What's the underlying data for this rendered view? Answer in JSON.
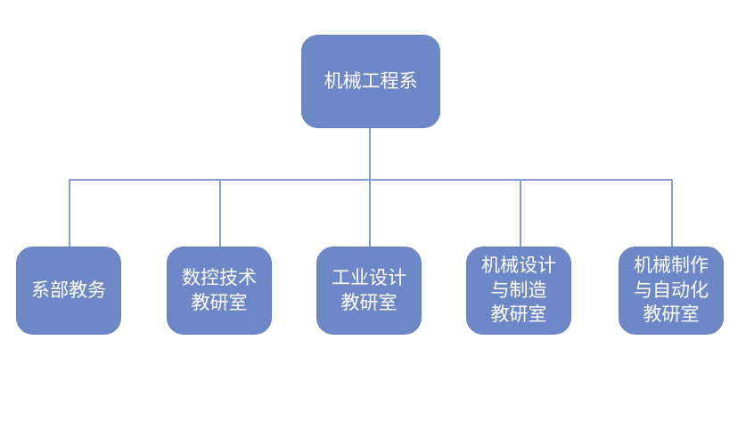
{
  "diagram": {
    "type": "org-chart",
    "root": {
      "label": "机械工程系"
    },
    "children": [
      {
        "label": "系部教务"
      },
      {
        "label": "数控技术\n教研室"
      },
      {
        "label": "工业设计\n教研室"
      },
      {
        "label": "机械设计\n与制造\n教研室"
      },
      {
        "label": "机械制作\n与自动化\n教研室"
      }
    ],
    "colors": {
      "background": "#FFFFFF",
      "box_fill": "#6E88C7",
      "box_border": "#6680BF",
      "text": "#FFFFFF",
      "connector": "#849CD4"
    }
  }
}
